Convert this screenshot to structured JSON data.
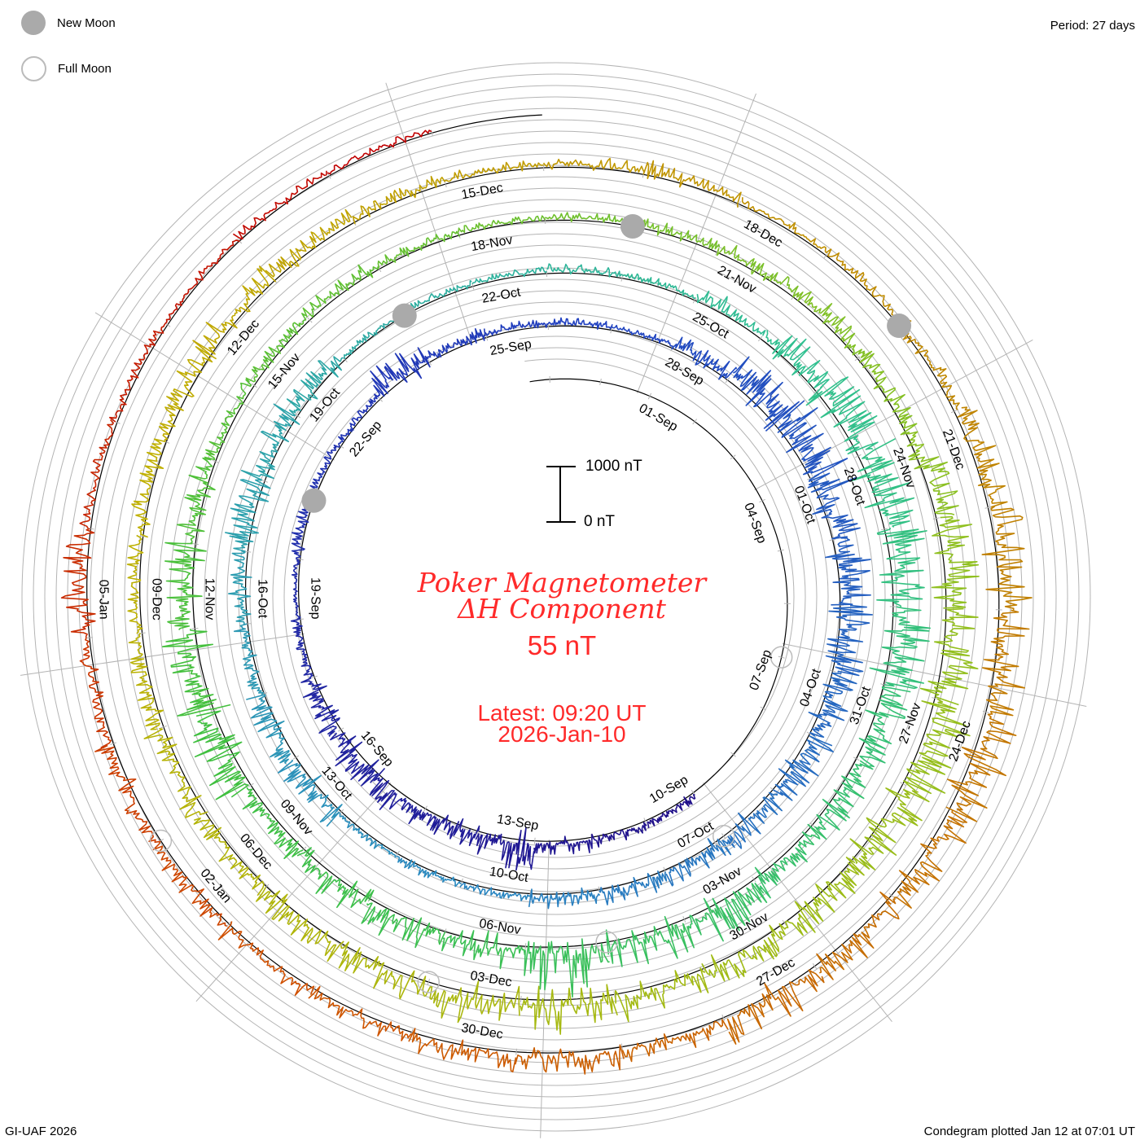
{
  "legend": {
    "new_moon": "New Moon",
    "full_moon": "Full Moon"
  },
  "period_label": "Period: 27 days",
  "credit": "GI-UAF 2026",
  "plotted_label": "Condegram plotted Jan 12 at 07:01 UT",
  "center": {
    "title_line1": "Poker Magnetometer",
    "title_line2": "ΔH Component",
    "current_value": "55 nT",
    "latest_line1": "Latest: 09:20 UT",
    "latest_line2": "2026-Jan-10"
  },
  "scale": {
    "top_label": "1000 nT",
    "bottom_label": "0 nT",
    "top_value": 1000,
    "bottom_value": 0
  },
  "colors": {
    "text_red": "#ff2a2a",
    "grid": "#b4b4b4",
    "spiral": "#000000",
    "moon": "#aaaaaa"
  },
  "chart_data": {
    "type": "line",
    "subtype": "spiral-condegram",
    "title": "Poker Magnetometer ΔH Component",
    "period_days": 27,
    "day0": "2025-09-01",
    "units": "nT",
    "data_first_day": 9,
    "daily_peak_dH": [
      150,
      200,
      250,
      600,
      350,
      450,
      550,
      400,
      150,
      120,
      200,
      150,
      120,
      500,
      200,
      150,
      120,
      100,
      300,
      700,
      800,
      750,
      650,
      600,
      500,
      550,
      400,
      350,
      300,
      250,
      120,
      150,
      130,
      450,
      400,
      250,
      300,
      450,
      500,
      350,
      100,
      120,
      100,
      150,
      130,
      300,
      500,
      700,
      800,
      850,
      750,
      600,
      500,
      450,
      700,
      600,
      900,
      500,
      550,
      450,
      350,
      700,
      750,
      600,
      400,
      250,
      200,
      300,
      150,
      120,
      150,
      200,
      250,
      350,
      300,
      500,
      650,
      700,
      800,
      650,
      500,
      550,
      600,
      700,
      600,
      500,
      400,
      350,
      400,
      300,
      250,
      300,
      350,
      400,
      300,
      200,
      150,
      200,
      250,
      150,
      200,
      250,
      450,
      600,
      650,
      700,
      550,
      500,
      600,
      300,
      400,
      350,
      250,
      350,
      300,
      350,
      250,
      450,
      200,
      150,
      120,
      150,
      100
    ],
    "color_stops": [
      {
        "day": 9,
        "color": "#20108a"
      },
      {
        "day": 25,
        "color": "#2040c0"
      },
      {
        "day": 40,
        "color": "#2a8ac0"
      },
      {
        "day": 55,
        "color": "#30c090"
      },
      {
        "day": 70,
        "color": "#40c040"
      },
      {
        "day": 85,
        "color": "#90c020"
      },
      {
        "day": 100,
        "color": "#c0b000"
      },
      {
        "day": 112,
        "color": "#c08000"
      },
      {
        "day": 122,
        "color": "#d05000"
      },
      {
        "day": 131,
        "color": "#c00000"
      }
    ],
    "date_labels": [
      {
        "day": 0,
        "text": "01-Sep"
      },
      {
        "day": 3,
        "text": "04-Sep"
      },
      {
        "day": 6,
        "text": "07-Sep"
      },
      {
        "day": 9,
        "text": "10-Sep"
      },
      {
        "day": 12,
        "text": "13-Sep"
      },
      {
        "day": 15,
        "text": "16-Sep"
      },
      {
        "day": 18,
        "text": "19-Sep"
      },
      {
        "day": 21,
        "text": "22-Sep"
      },
      {
        "day": 24,
        "text": "25-Sep"
      },
      {
        "day": 27,
        "text": "28-Sep"
      },
      {
        "day": 30,
        "text": "01-Oct"
      },
      {
        "day": 33,
        "text": "04-Oct"
      },
      {
        "day": 36,
        "text": "07-Oct"
      },
      {
        "day": 39,
        "text": "10-Oct"
      },
      {
        "day": 42,
        "text": "13-Oct"
      },
      {
        "day": 45,
        "text": "16-Oct"
      },
      {
        "day": 48,
        "text": "19-Oct"
      },
      {
        "day": 51,
        "text": "22-Oct"
      },
      {
        "day": 54,
        "text": "25-Oct"
      },
      {
        "day": 57,
        "text": "28-Oct"
      },
      {
        "day": 60,
        "text": "31-Oct"
      },
      {
        "day": 63,
        "text": "03-Nov"
      },
      {
        "day": 66,
        "text": "06-Nov"
      },
      {
        "day": 69,
        "text": "09-Nov"
      },
      {
        "day": 72,
        "text": "12-Nov"
      },
      {
        "day": 75,
        "text": "15-Nov"
      },
      {
        "day": 78,
        "text": "18-Nov"
      },
      {
        "day": 81,
        "text": "21-Nov"
      },
      {
        "day": 84,
        "text": "24-Nov"
      },
      {
        "day": 87,
        "text": "27-Nov"
      },
      {
        "day": 90,
        "text": "30-Nov"
      },
      {
        "day": 93,
        "text": "03-Dec"
      },
      {
        "day": 96,
        "text": "06-Dec"
      },
      {
        "day": 99,
        "text": "09-Dec"
      },
      {
        "day": 102,
        "text": "12-Dec"
      },
      {
        "day": 105,
        "text": "15-Dec"
      },
      {
        "day": 108,
        "text": "18-Dec"
      },
      {
        "day": 111,
        "text": "21-Dec"
      },
      {
        "day": 114,
        "text": "24-Dec"
      },
      {
        "day": 117,
        "text": "27-Dec"
      },
      {
        "day": 120,
        "text": "30-Dec"
      },
      {
        "day": 123,
        "text": "02-Jan"
      },
      {
        "day": 126,
        "text": "05-Jan"
      }
    ],
    "new_moons": [
      20,
      50,
      80,
      110
    ],
    "full_moons": [
      6,
      36,
      65,
      94,
      124
    ]
  }
}
